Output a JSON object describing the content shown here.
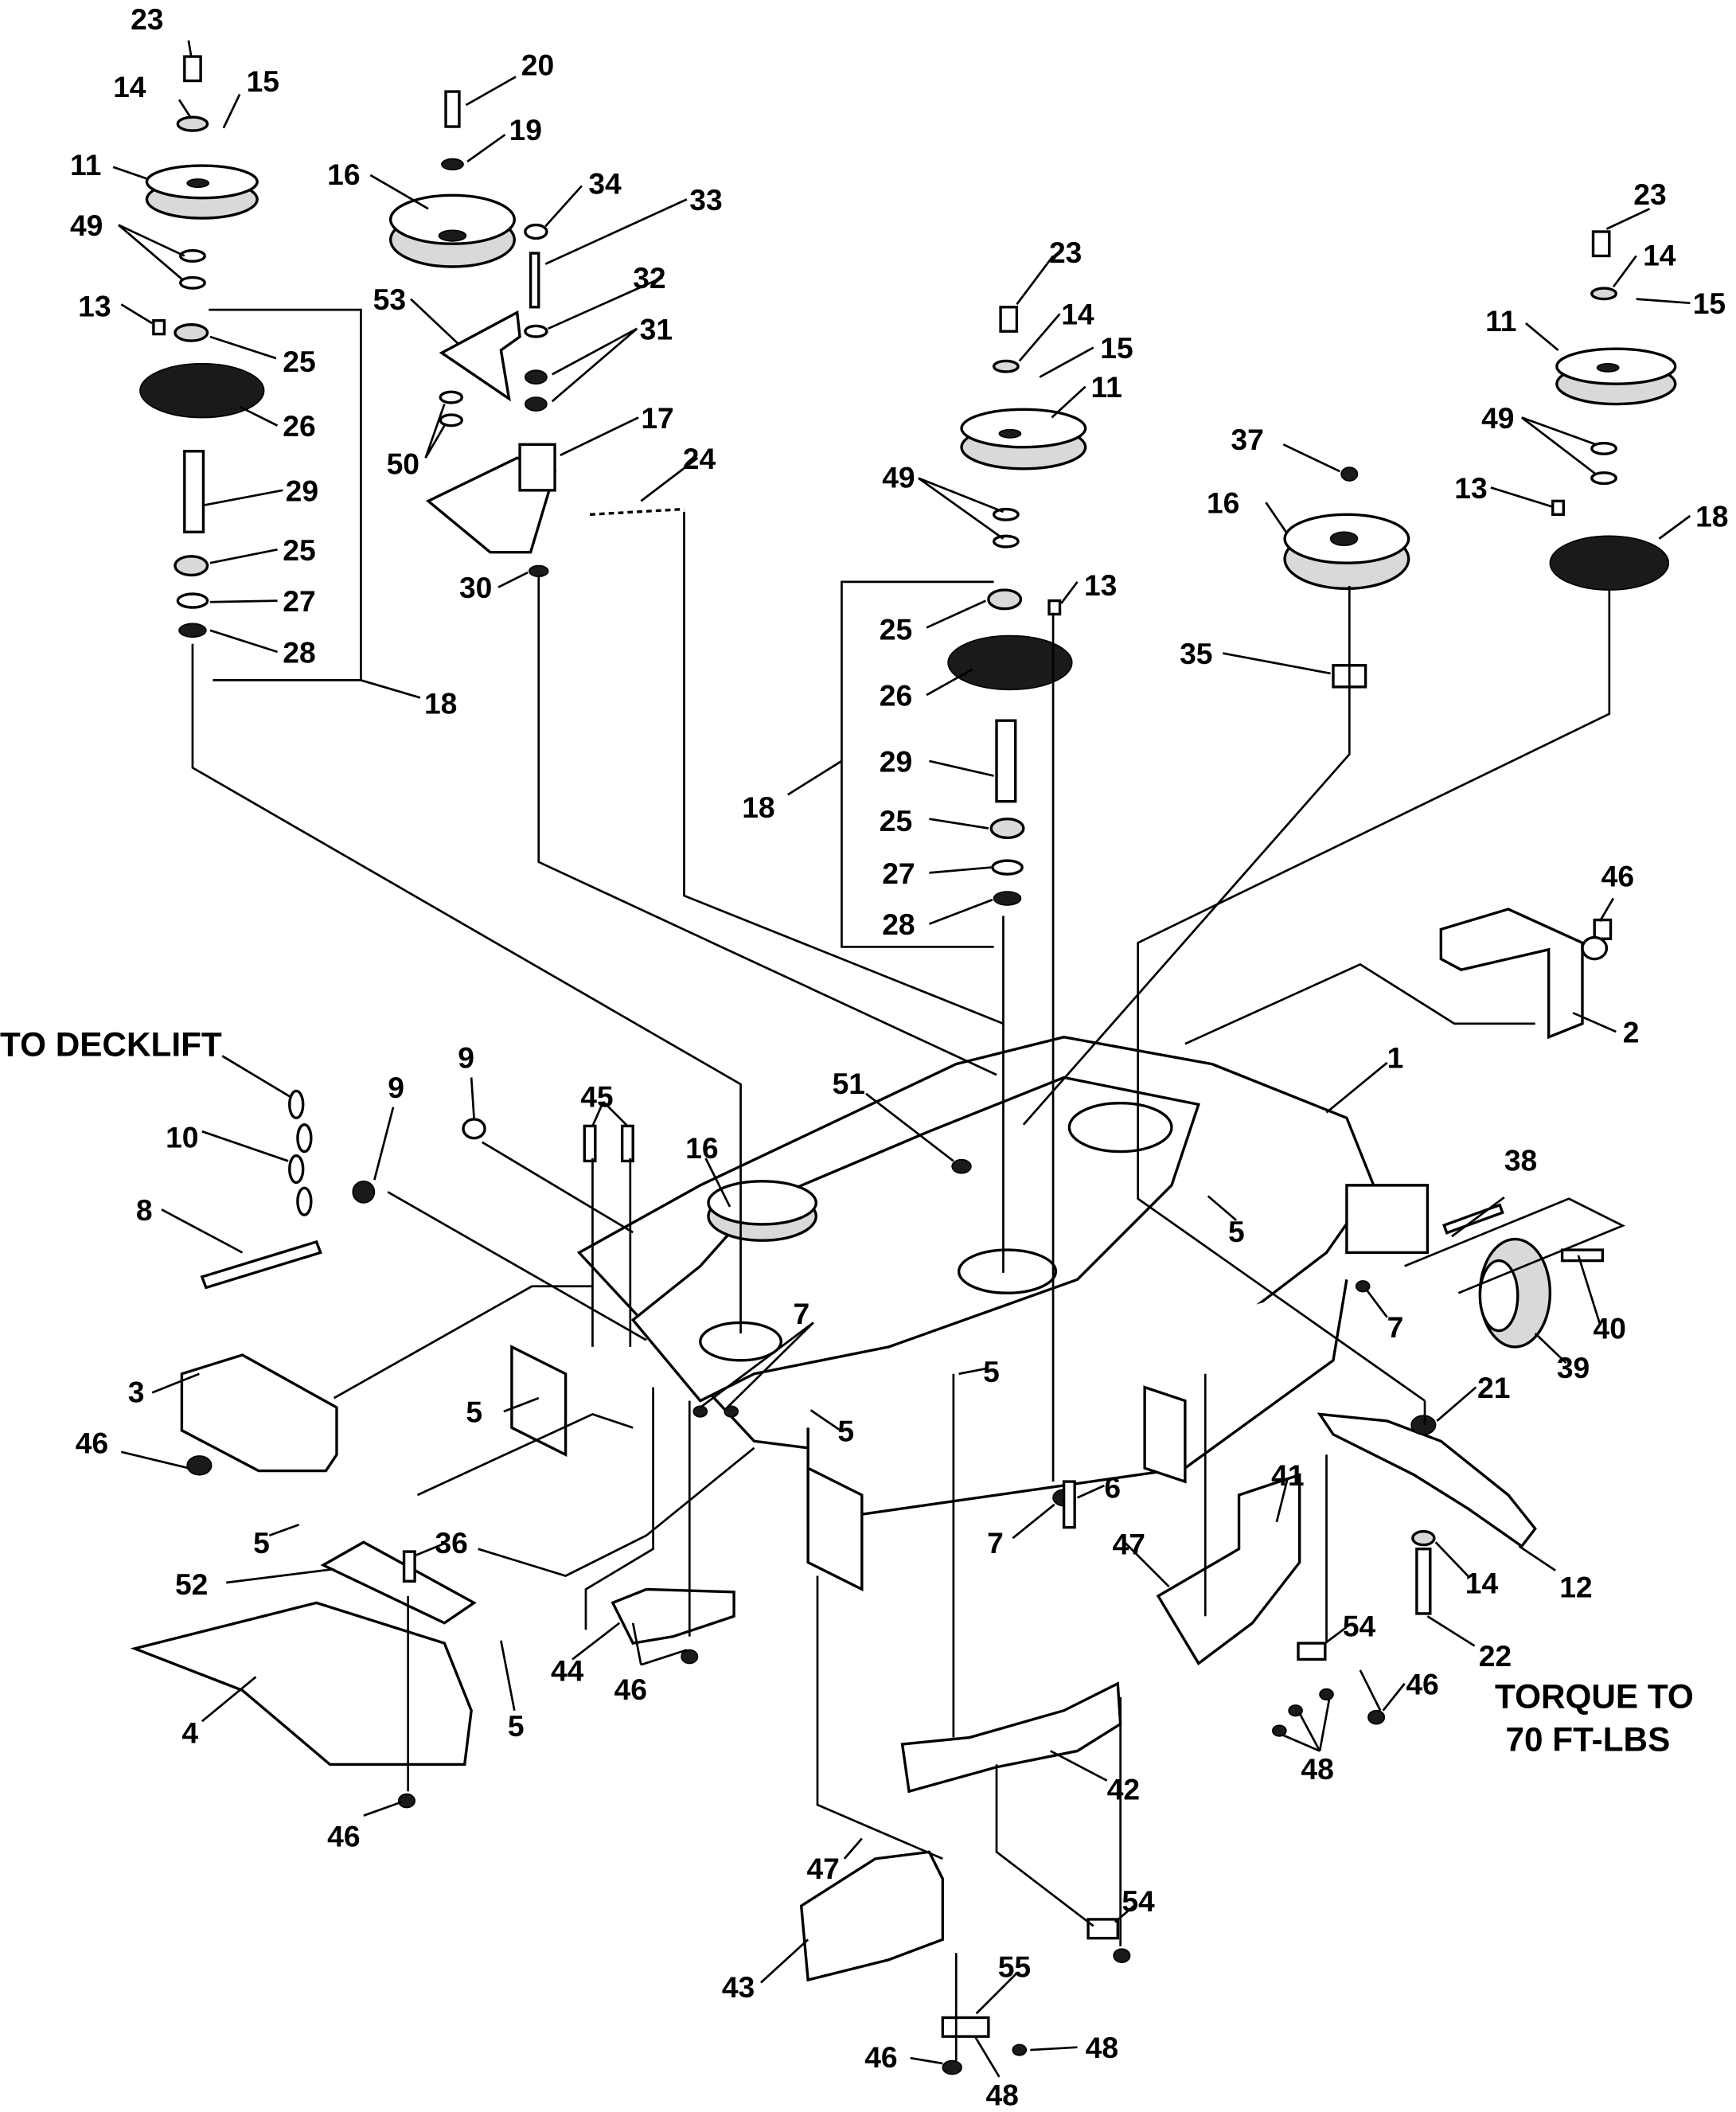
{
  "diagram": {
    "notes": {
      "to_decklift": "TO DECKLIFT",
      "torque": [
        "TORQUE TO",
        "70 FT-LBS"
      ]
    },
    "callouts": [
      "23",
      "14",
      "15",
      "11",
      "49",
      "13",
      "25",
      "26",
      "29",
      "25",
      "27",
      "28",
      "18",
      "20",
      "19",
      "16",
      "34",
      "33",
      "32",
      "31",
      "53",
      "50",
      "17",
      "24",
      "30",
      "23",
      "14",
      "15",
      "11",
      "49",
      "25",
      "13",
      "26",
      "29",
      "18",
      "25",
      "27",
      "28",
      "37",
      "16",
      "35",
      "23",
      "14",
      "15",
      "11",
      "49",
      "13",
      "18",
      "46",
      "2",
      "1",
      "9",
      "9",
      "10",
      "8",
      "45",
      "16",
      "51",
      "3",
      "46",
      "7",
      "5",
      "5",
      "5",
      "5",
      "38",
      "40",
      "39",
      "7",
      "21",
      "12",
      "14",
      "22",
      "6",
      "7",
      "47",
      "41",
      "54",
      "46",
      "48",
      "5",
      "36",
      "52",
      "5",
      "44",
      "46",
      "4",
      "46",
      "42",
      "47",
      "43",
      "54",
      "55",
      "46",
      "48",
      "48"
    ]
  }
}
